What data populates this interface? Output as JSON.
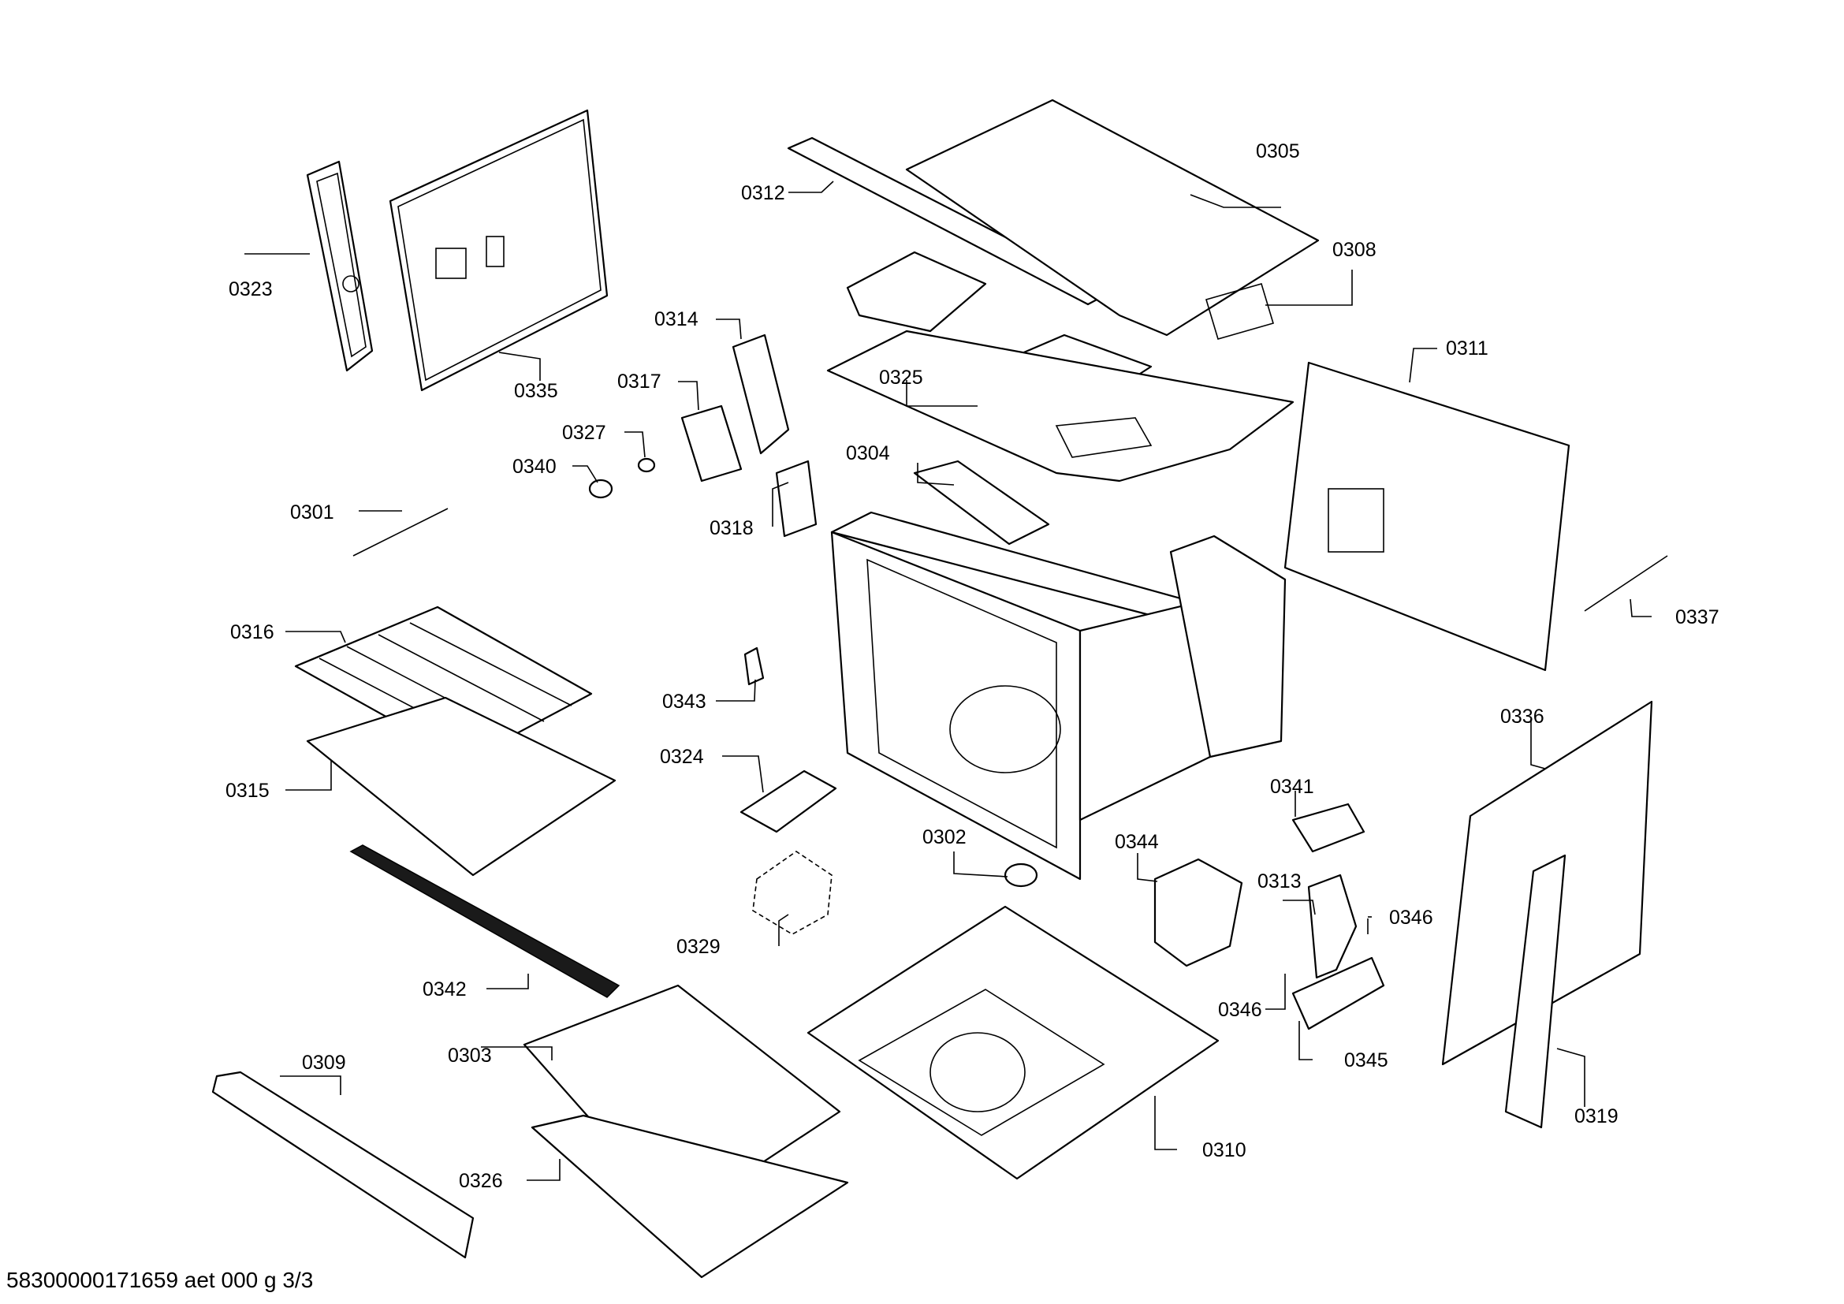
{
  "document_id": "58300000171659 aet 000 g 3/3",
  "callouts": [
    {
      "id": "0301",
      "label": "0301"
    },
    {
      "id": "0302",
      "label": "0302"
    },
    {
      "id": "0303",
      "label": "0303"
    },
    {
      "id": "0304",
      "label": "0304"
    },
    {
      "id": "0305",
      "label": "0305"
    },
    {
      "id": "0308",
      "label": "0308"
    },
    {
      "id": "0309",
      "label": "0309"
    },
    {
      "id": "0310",
      "label": "0310"
    },
    {
      "id": "0311",
      "label": "0311"
    },
    {
      "id": "0312",
      "label": "0312"
    },
    {
      "id": "0313",
      "label": "0313"
    },
    {
      "id": "0314",
      "label": "0314"
    },
    {
      "id": "0315",
      "label": "0315"
    },
    {
      "id": "0316",
      "label": "0316"
    },
    {
      "id": "0317",
      "label": "0317"
    },
    {
      "id": "0318",
      "label": "0318"
    },
    {
      "id": "0319",
      "label": "0319"
    },
    {
      "id": "0323",
      "label": "0323"
    },
    {
      "id": "0324",
      "label": "0324"
    },
    {
      "id": "0325",
      "label": "0325"
    },
    {
      "id": "0326",
      "label": "0326"
    },
    {
      "id": "0327",
      "label": "0327"
    },
    {
      "id": "0329",
      "label": "0329"
    },
    {
      "id": "0335",
      "label": "0335"
    },
    {
      "id": "0336",
      "label": "0336"
    },
    {
      "id": "0337",
      "label": "0337"
    },
    {
      "id": "0340",
      "label": "0340"
    },
    {
      "id": "0341",
      "label": "0341"
    },
    {
      "id": "0342",
      "label": "0342"
    },
    {
      "id": "0343",
      "label": "0343"
    },
    {
      "id": "0344",
      "label": "0344"
    },
    {
      "id": "0345",
      "label": "0345"
    },
    {
      "id": "0346a",
      "label": "0346"
    },
    {
      "id": "0346b",
      "label": "0346"
    }
  ]
}
